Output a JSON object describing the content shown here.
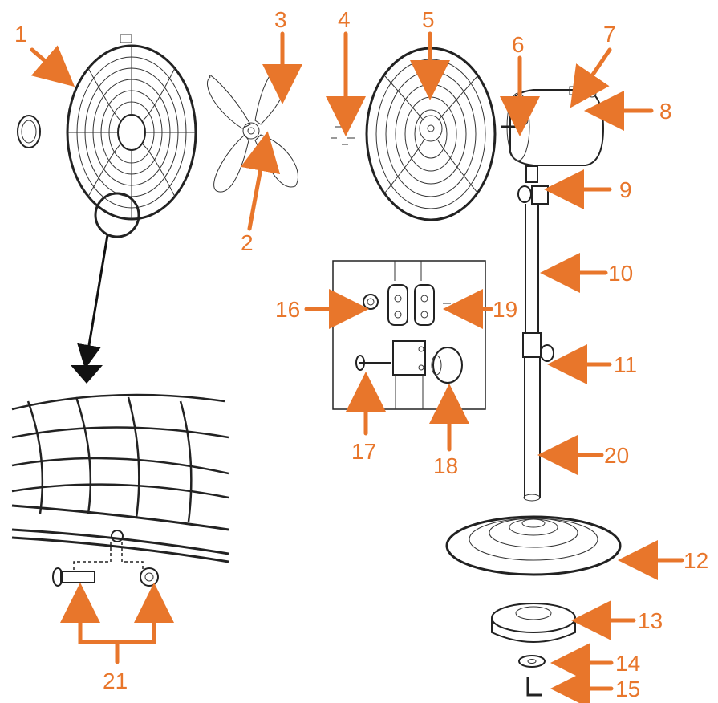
{
  "labels": {
    "l1": "1",
    "l2": "2",
    "l3": "3",
    "l4": "4",
    "l5": "5",
    "l6": "6",
    "l7": "7",
    "l8": "8",
    "l9": "9",
    "l10": "10",
    "l11": "11",
    "l12": "12",
    "l13": "13",
    "l14": "14",
    "l15": "15",
    "l16": "16",
    "l17": "17",
    "l18": "18",
    "l19": "19",
    "l20": "20",
    "l21": "21"
  },
  "colors": {
    "accent": "#e8762b",
    "ink": "#222222"
  }
}
